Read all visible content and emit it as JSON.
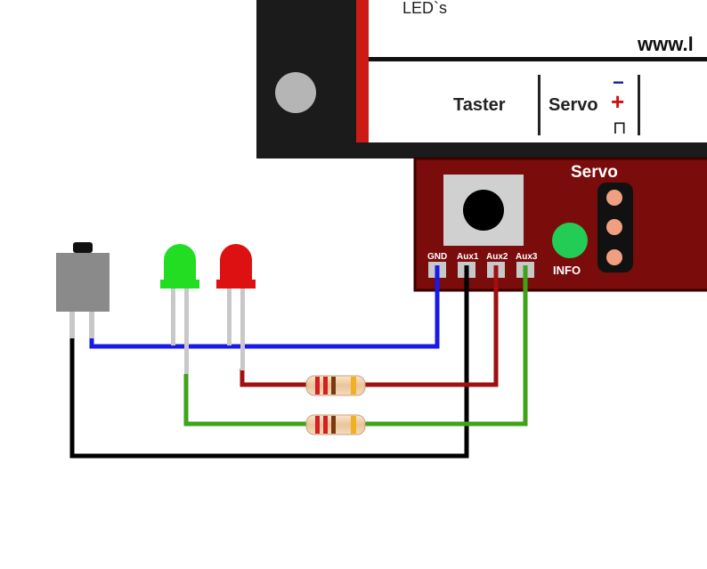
{
  "panel": {
    "leds_label": "LED`s",
    "website_label": "www.l",
    "taster_label": "Taster",
    "servo_label": "Servo",
    "minus_symbol": "−",
    "plus_symbol": "+",
    "pulse_symbol": "⊓"
  },
  "module": {
    "servo_label": "Servo",
    "info_label": "INFO",
    "pins": [
      "GND",
      "Aux1",
      "Aux2",
      "Aux3"
    ]
  },
  "colors": {
    "panel_black": "#1b1b1b",
    "stripe_red": "#cc1a14",
    "module_red": "#7a0c0c",
    "wire_blue": "#1a1ae6",
    "wire_red": "#a01010",
    "wire_green": "#3fa31a",
    "wire_black": "#000000",
    "led_green": "#22dd22",
    "led_red": "#dd1111",
    "info_led": "#22cc55",
    "servo_pin": "#f0a080"
  },
  "icons": [
    "mounting-hole-icon",
    "push-button-icon",
    "led-icon",
    "resistor-icon"
  ]
}
